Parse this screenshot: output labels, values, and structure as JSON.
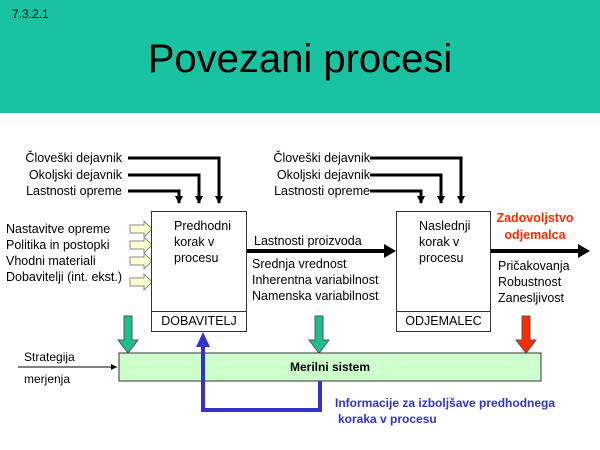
{
  "header": {
    "section_number": "7.3.2.1",
    "title": "Povezani procesi"
  },
  "left_step": {
    "title_lines": [
      "Predhodni",
      "korak v",
      "procesu"
    ],
    "role": "DOBAVITELJ",
    "top_inputs": [
      "Človeški dejavnik",
      "Okoljski dejavnik",
      "Lastnosti opreme"
    ],
    "side_inputs": [
      "Nastavitve opreme",
      "Politika in postopki",
      "Vhodni materiali",
      "Dobavitelji (int. ekst.)"
    ]
  },
  "right_step": {
    "title_lines": [
      "Naslednji",
      "korak v",
      "procesu"
    ],
    "role": "ODJEMALEC",
    "top_inputs": [
      "Človeški dejavnik",
      "Okoljski dejavnik",
      "Lastnosti opreme"
    ]
  },
  "product": {
    "label": "Lastnosti proizvoda",
    "items": [
      "Srednja vrednost",
      "Inherentna variabilnost",
      "Namenska variabilnost"
    ]
  },
  "customer": {
    "label_lines": [
      "Zadovoljstvo",
      "odjemalca"
    ],
    "items": [
      "Pričakovanja",
      "Robustnost",
      "Zanesljivost"
    ]
  },
  "measurement": {
    "label": "Merilni sistem",
    "strategy_lines": [
      "Strategija",
      "merjenja"
    ],
    "feedback_lines": [
      "Informacije za izboljšave predhodnega",
      "koraka v procesu"
    ]
  },
  "colors": {
    "header": "#19c2a0",
    "measurement_fill": "#ccffcc",
    "green_arrow": "#1dbf8f",
    "red": "#ff2a00",
    "blue": "#3333cc",
    "yellow_arrow": "#ffffcc"
  }
}
